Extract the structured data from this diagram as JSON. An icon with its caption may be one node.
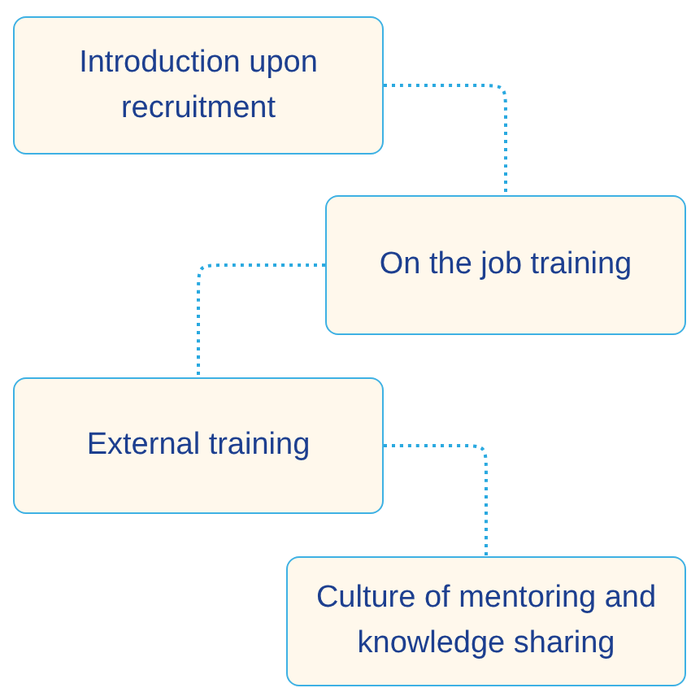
{
  "diagram": {
    "nodes": [
      {
        "text": [
          "Introduction upon recruitment"
        ]
      },
      {
        "text": [
          "On the job training"
        ]
      },
      {
        "text": [
          "External training"
        ]
      },
      {
        "text": [
          "Culture of mentoring and knowledge sharing"
        ]
      }
    ],
    "edges": [
      {
        "from": 0,
        "to": 1,
        "arrow": "none",
        "style": "dashed"
      },
      {
        "from": 1,
        "to": 2,
        "arrow": "none",
        "style": "dashed"
      },
      {
        "from": 2,
        "to": 3,
        "arrow": "none",
        "style": "dashed"
      }
    ]
  }
}
